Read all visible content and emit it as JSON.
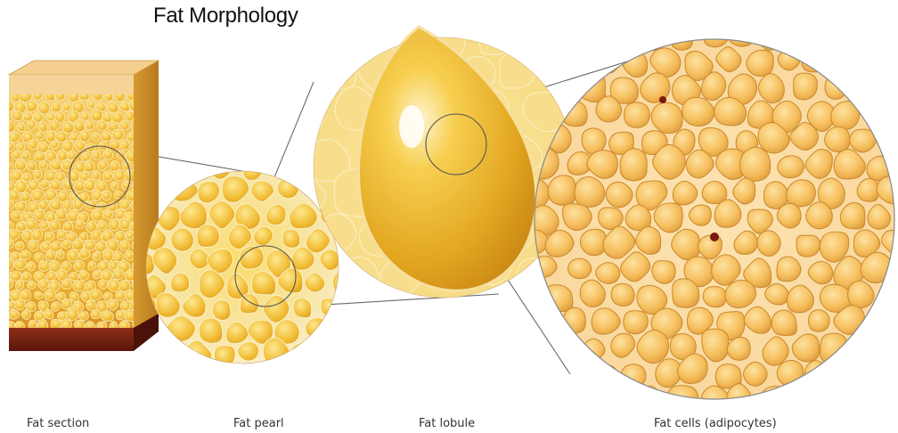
{
  "title": "Fat Morphology",
  "captions": {
    "fat_section": "Fat section",
    "fat_pearl": "Fat pearl",
    "fat_lobule": "Fat lobule",
    "fat_cells": "Fat cells (adipocytes)"
  },
  "colors": {
    "fat_light": "#fbe08a",
    "fat_mid": "#f3c145",
    "fat_dark": "#d9961c",
    "cell_light": "#fcd17a",
    "cell_dark": "#e0a23a",
    "muscle": "#7a2312",
    "connector": "#666666",
    "dot": "#7a1a10"
  }
}
